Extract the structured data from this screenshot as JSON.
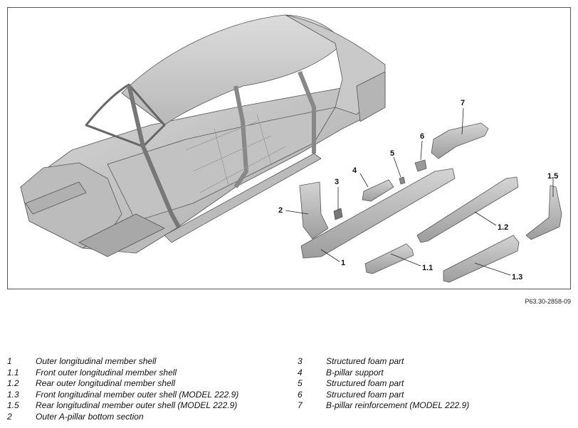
{
  "figure": {
    "reference": "P63.30-2858-09",
    "callouts": {
      "c1": "1",
      "c1_1": "1.1",
      "c1_2": "1.2",
      "c1_3": "1.3",
      "c1_5": "1.5",
      "c2": "2",
      "c3": "3",
      "c4": "4",
      "c5": "5",
      "c6": "6",
      "c7": "7"
    }
  },
  "legend": {
    "left": [
      {
        "num": "1",
        "text": "Outer longitudinal member shell"
      },
      {
        "num": "1.1",
        "text": "Front outer longitudinal member shell"
      },
      {
        "num": "1.2",
        "text": "Rear outer longitudinal member shell"
      },
      {
        "num": "1.3",
        "text": "Front longitudinal member outer shell (MODEL 222.9)"
      },
      {
        "num": "1.5",
        "text": "Rear longitudinal member outer shell (MODEL 222.9)"
      },
      {
        "num": "2",
        "text": "Outer A-pillar bottom section"
      }
    ],
    "right": [
      {
        "num": "3",
        "text": "Structured foam part"
      },
      {
        "num": "4",
        "text": "B-pillar support"
      },
      {
        "num": "5",
        "text": "Structured foam part"
      },
      {
        "num": "6",
        "text": "Structured foam part"
      },
      {
        "num": "7",
        "text": "B-pillar reinforcement (MODEL 222.9)"
      }
    ]
  }
}
